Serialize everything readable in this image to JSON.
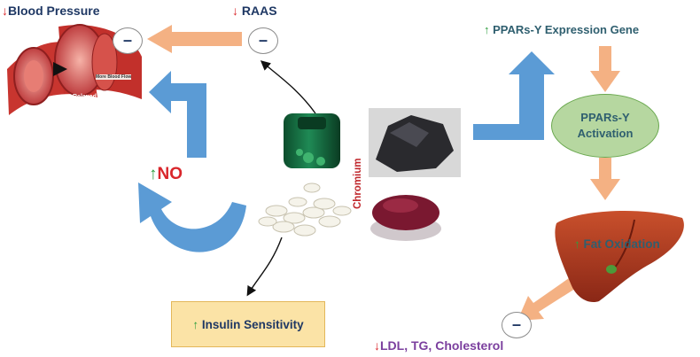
{
  "labels": {
    "blood_pressure": {
      "arrow": "↓",
      "text": "Blood Pressure"
    },
    "raas": {
      "arrow": "↓",
      "text": "RAAS"
    },
    "ppar_gene": {
      "arrow": "↑",
      "text": "PPARs-Y Expression Gene"
    },
    "ppar_activation_line1": "PPARs-Y",
    "ppar_activation_line2": "Activation",
    "no": {
      "arrow": "↑",
      "text": "NO"
    },
    "fat_oxidation": {
      "arrow": "↑",
      "text": "Fat Oxidation"
    },
    "insulin": {
      "arrow": "↑",
      "text": "Insulin Sensitivity"
    },
    "lipids": {
      "arrow": "↓",
      "text": "LDL, TG, Cholesterol"
    },
    "chromium": "Chromium",
    "minus": "–"
  },
  "vessel_labels": {
    "relaxed": "Relaxed Vessel",
    "normal_flow": "More Blood Flow"
  },
  "colors": {
    "blue_arrow": "#5b9bd5",
    "salmon_arrow": "#f4b183",
    "down_red": "#d9262b",
    "up_green": "#2e9e3e",
    "navy_text": "#1f3864",
    "ellipse_fill": "#b6d7a0",
    "box_fill": "#fbe3a6"
  }
}
